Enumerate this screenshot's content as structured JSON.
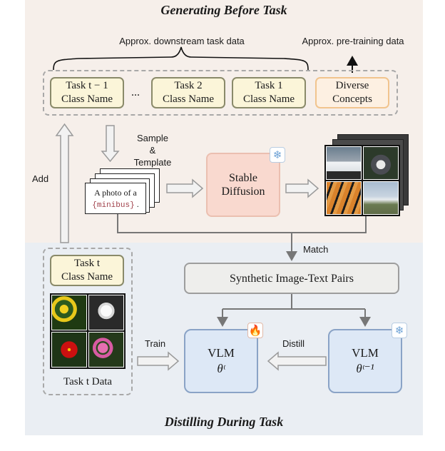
{
  "titles": {
    "generating": "Generating Before Task",
    "distilling": "Distilling During Task"
  },
  "labels": {
    "approx_downstream": "Approx. downstream task data",
    "approx_pretraining": "Approx. pre-training data",
    "sample_template_1": "Sample",
    "sample_template_2": "& Template",
    "add": "Add",
    "match": "Match",
    "train": "Train",
    "distill": "Distill"
  },
  "class_boxes": [
    {
      "line1": "Task t − 1",
      "line2": "Class Name"
    },
    {
      "line1": "Task 2",
      "line2": "Class Name"
    },
    {
      "line1": "Task 1",
      "line2": "Class Name"
    }
  ],
  "ellipsis": "...",
  "diverse": {
    "line1": "Diverse",
    "line2": "Concepts"
  },
  "prompt": {
    "text": "A photo of a",
    "placeholder": "{minibus}",
    "end": "."
  },
  "stable_diffusion": {
    "line1": "Stable",
    "line2": "Diffusion"
  },
  "synthetic_pairs": "Synthetic Image-Text Pairs",
  "current_task": {
    "line1": "Task t",
    "line2": "Class Name",
    "data_label": "Task t Data"
  },
  "vlm_student": {
    "name": "VLM",
    "param": "θᵗ"
  },
  "vlm_teacher": {
    "name": "VLM",
    "param": "θᵗ⁻¹"
  },
  "icons": {
    "frozen": "snowflake-icon",
    "trainable": "fire-icon"
  },
  "colors": {
    "top_panel": "#f6efea",
    "bottom_panel": "#eaeef3",
    "class_box": "#fbf5d9",
    "diverse_box": "#fdf0e2",
    "stable_diffusion": "#f9d9cf",
    "vlm": "#dde8f6"
  }
}
